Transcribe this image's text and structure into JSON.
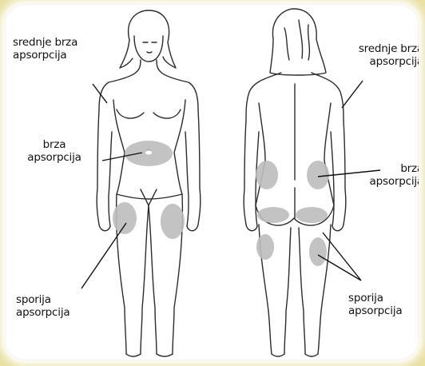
{
  "labels": {
    "front_upper_arm": [
      "srednje brza",
      "apsorpcija"
    ],
    "front_abdomen": [
      "brza",
      "apsorpcija"
    ],
    "front_thigh": [
      "sporija",
      "apsorpcija"
    ],
    "back_upper_arm": [
      "srednje brza",
      "apsorpcija"
    ],
    "back_hip": [
      "brza",
      "apsorpcija"
    ],
    "back_buttock": [
      "sporija",
      "apsorpcija"
    ]
  },
  "colors": {
    "background": "#e9e0a4",
    "panel": "#ffffff",
    "zone": "#bdbdbd",
    "outline": "#2b2b2b"
  }
}
